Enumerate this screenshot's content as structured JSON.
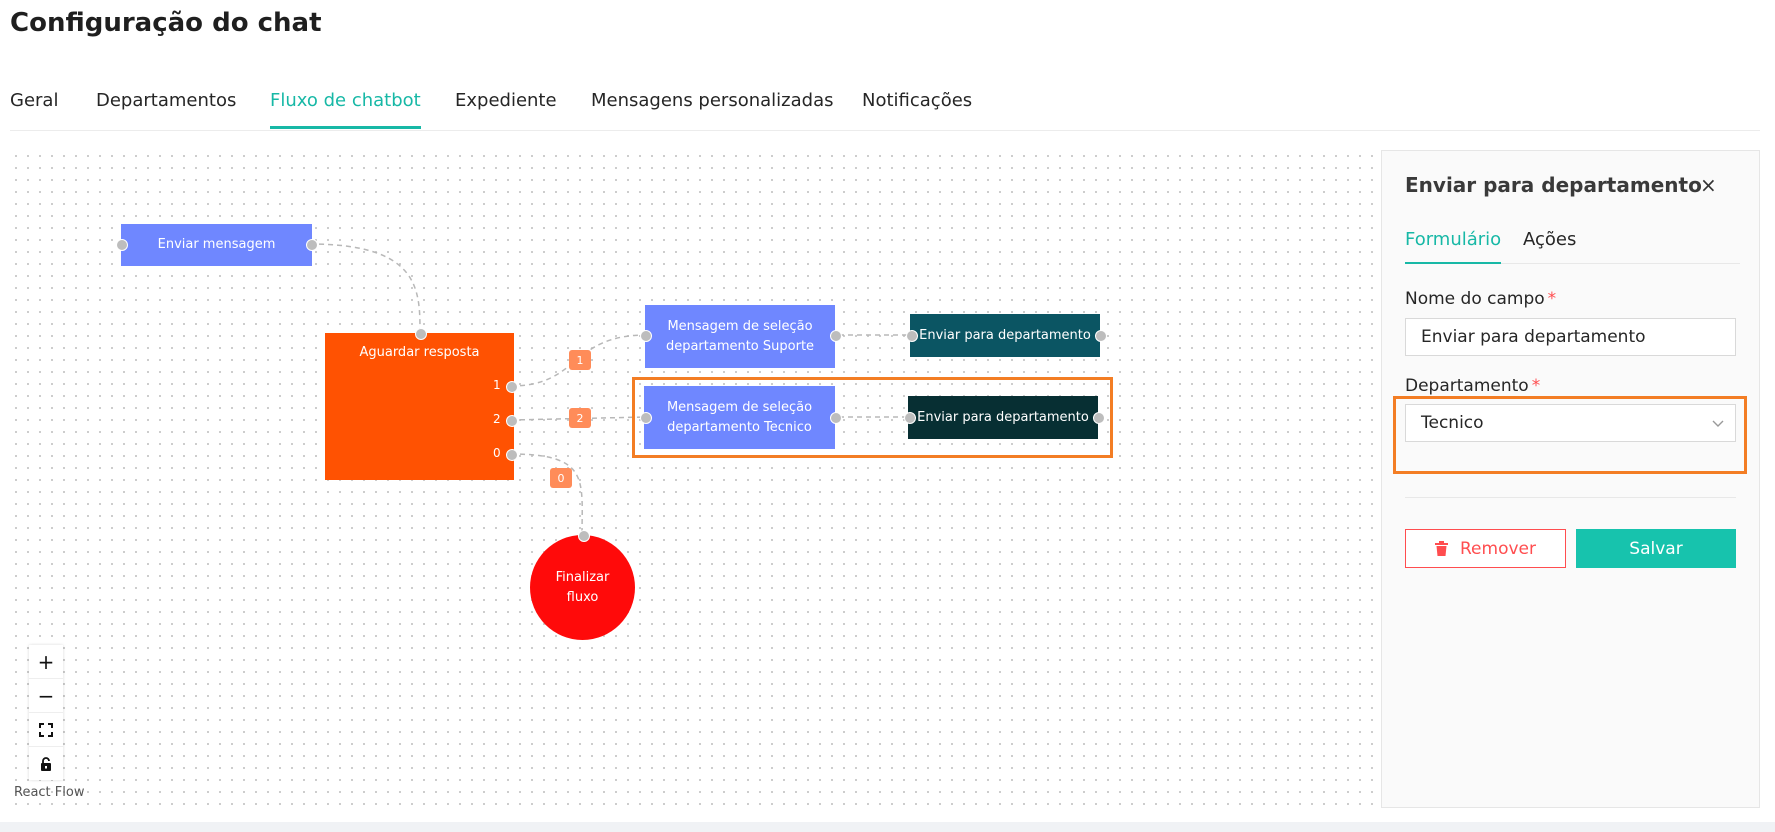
{
  "page": {
    "title": "Configuração do chat"
  },
  "tabs": [
    {
      "label": "Geral"
    },
    {
      "label": "Departamentos"
    },
    {
      "label": "Fluxo de chatbot",
      "active": true
    },
    {
      "label": "Expediente"
    },
    {
      "label": "Mensagens personalizadas"
    },
    {
      "label": "Notificações"
    }
  ],
  "flow": {
    "nodes": {
      "send_message": {
        "label": "Enviar mensagem",
        "color": "#6f87ff"
      },
      "await_response": {
        "label": "Aguardar resposta",
        "color": "#ff5202",
        "options": [
          "1",
          "2",
          "0"
        ]
      },
      "select_support": {
        "label": "Mensagem de seleção departamento Suporte",
        "color": "#6f87ff"
      },
      "send_dept_support": {
        "label": "Enviar para departamento",
        "color": "#0b5563"
      },
      "select_tecnico": {
        "label": "Mensagem de seleção departamento Tecnico",
        "color": "#6f87ff"
      },
      "send_dept_tecnico": {
        "label": "Enviar para departamento",
        "color": "#072f33"
      },
      "end_flow": {
        "label": "Finalizar fluxo",
        "color": "#ff0a0a"
      }
    },
    "edge_labels": [
      "1",
      "2",
      "0"
    ],
    "highlight_color": "#f37d24"
  },
  "controls": {
    "zoom_in": "+",
    "zoom_out": "−",
    "attribution": "React Flow"
  },
  "panel": {
    "title": "Enviar para departamento",
    "close": "×",
    "tabs": [
      {
        "label": "Formulário",
        "active": true
      },
      {
        "label": "Ações"
      }
    ],
    "field_name": {
      "label": "Nome do campo",
      "required": "*",
      "value": "Enviar para departamento"
    },
    "department": {
      "label": "Departamento",
      "required": "*",
      "value": "Tecnico"
    },
    "remove_label": "Remover",
    "save_label": "Salvar",
    "accent_color": "#17b8a6"
  }
}
